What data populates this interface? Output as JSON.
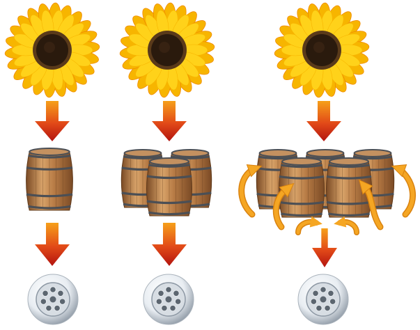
{
  "colors": {
    "petal_outer": "#f7b500",
    "petal_inner": "#ffd21a",
    "petal_tip": "#f08a00",
    "flower_center": "#2a1a0d",
    "flower_ring": "#5a3a1a",
    "arrow_top": "#f6a01a",
    "arrow_mid": "#e24a18",
    "arrow_bottom": "#b3140f",
    "barrel_light": "#d9a46a",
    "barrel_mid": "#b77b45",
    "barrel_dark": "#7a4a25",
    "barrel_hoop": "#4b4f55",
    "swirl_arrow": "#f5a623",
    "swirl_arrow_dark": "#d9820f",
    "drain_rim": "#e8edf2",
    "drain_dark": "#8c97a3",
    "drain_hole": "#5c6670"
  },
  "icons": {
    "flower": "sunflower-icon",
    "down_arrow": "red-down-arrow-icon",
    "barrel": "wooden-barrel-icon",
    "circulation": "orange-circulation-arrow-icon",
    "drain": "sink-drain-icon"
  },
  "columns": [
    {
      "id": "single-barrel",
      "barrel_count": 1,
      "circulation": false
    },
    {
      "id": "multiple-barrels",
      "barrel_count": 3,
      "circulation": false
    },
    {
      "id": "circulating-barrels",
      "barrel_count": 5,
      "circulation": true
    }
  ]
}
